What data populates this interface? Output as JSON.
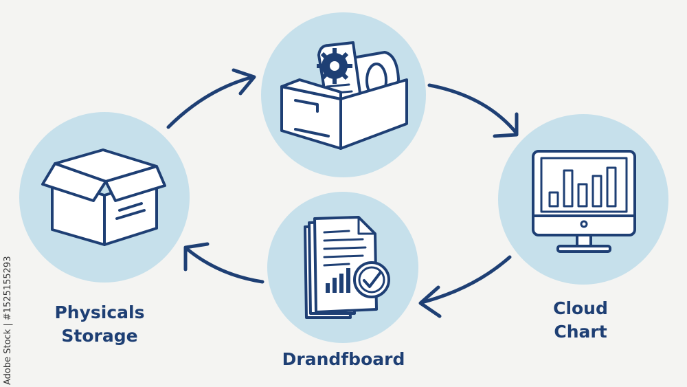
{
  "colors": {
    "background": "#f4f4f2",
    "circle_fill": "#c6e0eb",
    "stroke": "#1e3f74",
    "icon_fill": "#ffffff"
  },
  "nodes": {
    "storage": {
      "label_lines": [
        "Physicals",
        "Storage"
      ],
      "icon": "open-box-icon"
    },
    "processing": {
      "label_lines": [],
      "icon": "document-feeder-gear-icon"
    },
    "cloud": {
      "label_lines": [
        "Cloud",
        "Chart"
      ],
      "icon": "monitor-bar-chart-icon"
    },
    "dashboard": {
      "label_lines": [
        "Drandfboard"
      ],
      "icon": "report-checkmark-icon"
    }
  },
  "flow": [
    {
      "from": "storage",
      "to": "processing"
    },
    {
      "from": "processing",
      "to": "cloud"
    },
    {
      "from": "cloud",
      "to": "dashboard"
    },
    {
      "from": "dashboard",
      "to": "storage"
    }
  ],
  "watermark": {
    "stock_id": "Adobe Stock | #1525155293"
  }
}
